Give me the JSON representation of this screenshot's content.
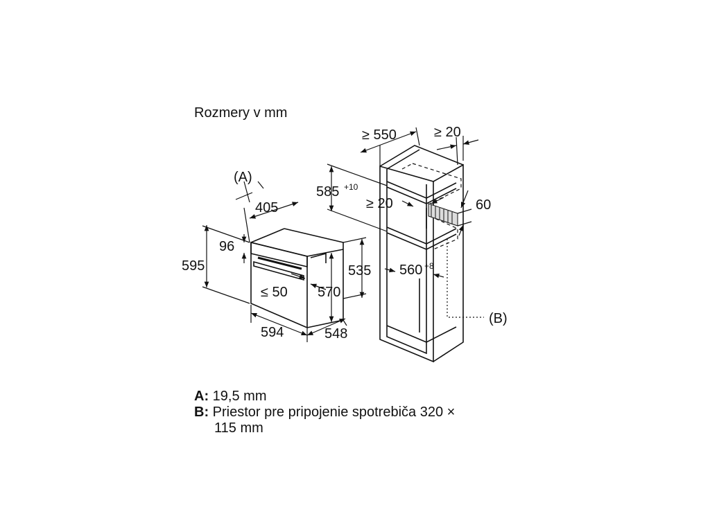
{
  "title": "Rozmery v mm",
  "labels": {
    "a_marker": "(A)",
    "b_marker": "(B)",
    "d405": "405",
    "d96": "96",
    "d595": "595",
    "d535": "535",
    "d570": "570",
    "d_le50": "≤ 50",
    "d594": "594",
    "d548": "548",
    "d_ge550": "≥ 550",
    "d_ge20_top": "≥ 20",
    "d585": "585",
    "d585_sup": "+10",
    "d_ge20_mid": "≥ 20",
    "d60": "60",
    "d560": "560",
    "d560_sup": "+8"
  },
  "legend": {
    "a_key": "A:",
    "a_text": "19,5 mm",
    "b_key": "B:",
    "b_text": "Priestor pre pripojenie spotrebiča 320 ×",
    "b_text_cont": "115 mm"
  }
}
